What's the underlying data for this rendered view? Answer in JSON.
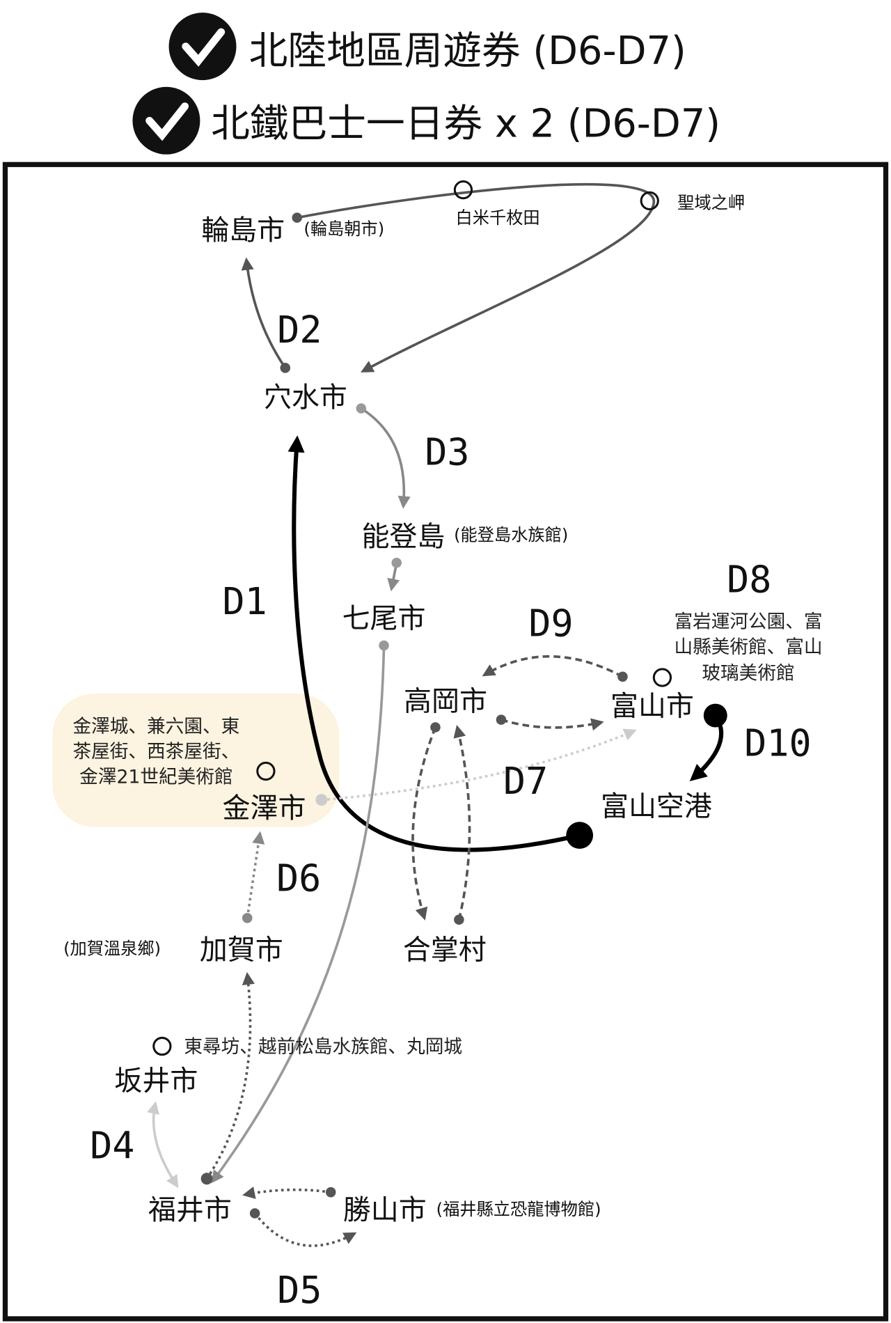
{
  "header": {
    "ticket1": "北陸地區周遊券 (D6-D7)",
    "ticket2": "北鐵巴士一日券 x 2 (D6-D7)"
  },
  "cities": {
    "wajima": "輪島市",
    "wajima_note": "(輪島朝市)",
    "shiroyone": "白米千枚田",
    "seiiki": "聖域之岬",
    "anamizu": "穴水市",
    "notojima": "能登島",
    "notojima_note": "(能登島水族館)",
    "nanao": "七尾市",
    "takaoka": "高岡市",
    "toyama": "富山市",
    "toyama_airport": "富山空港",
    "toyama_note": [
      "富岩運河公園、富",
      "山縣美術館、富山",
      "玻璃美術館"
    ],
    "kanazawa": "金澤市",
    "kanazawa_note": [
      "金澤城、兼六園、東",
      "茶屋街、西茶屋街、",
      "金澤21世紀美術館"
    ],
    "kaga": "加賀市",
    "kaga_note": "(加賀溫泉鄉)",
    "gassho": "合掌村",
    "sakai": "坂井市",
    "sakai_note": "東尋坊、越前松島水族館、丸岡城",
    "fukui": "福井市",
    "katsuyama": "勝山市",
    "katsuyama_note": "(福井縣立恐龍博物館)"
  },
  "days": {
    "d1": "D1",
    "d2": "D2",
    "d3": "D3",
    "d4": "D4",
    "d5": "D5",
    "d6": "D6",
    "d7": "D7",
    "d8": "D8",
    "d9": "D9",
    "d10": "D10"
  },
  "colors": {
    "highlight": "#fcf3e0",
    "route_dark": "#555555",
    "route_mid": "#888888",
    "route_light": "#cccccc"
  }
}
